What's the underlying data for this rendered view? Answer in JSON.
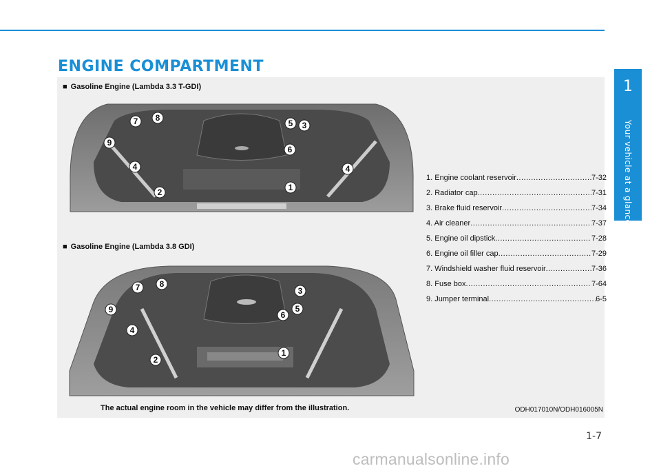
{
  "header": {
    "title": "ENGINE COMPARTMENT",
    "side_tab_number": "1",
    "side_tab_label": "Your vehicle at a glance"
  },
  "sections": [
    {
      "bullet": "■",
      "heading": "Gasoline Engine (Lambda 3.3 T-GDI)",
      "callouts": [
        {
          "n": "1"
        },
        {
          "n": "2"
        },
        {
          "n": "3"
        },
        {
          "n": "4"
        },
        {
          "n": "4"
        },
        {
          "n": "5"
        },
        {
          "n": "6"
        },
        {
          "n": "7"
        },
        {
          "n": "8"
        },
        {
          "n": "9"
        }
      ]
    },
    {
      "bullet": "■",
      "heading": "Gasoline Engine (Lambda 3.8 GDI)",
      "callouts": [
        {
          "n": "1"
        },
        {
          "n": "2"
        },
        {
          "n": "3"
        },
        {
          "n": "4"
        },
        {
          "n": "5"
        },
        {
          "n": "6"
        },
        {
          "n": "7"
        },
        {
          "n": "8"
        },
        {
          "n": "9"
        }
      ]
    }
  ],
  "parts_list": [
    {
      "label": "1. Engine coolant reservoir ",
      "page": "7-32"
    },
    {
      "label": "2. Radiator cap ",
      "page": "7-31"
    },
    {
      "label": "3. Brake fluid reservoir ",
      "page": "7-34"
    },
    {
      "label": "4. Air cleaner",
      "page": "7-37"
    },
    {
      "label": "5. Engine oil dipstick ",
      "page": "7-28"
    },
    {
      "label": "6. Engine oil filler cap ",
      "page": "7-29"
    },
    {
      "label": "7. Windshield washer fluid reservoir ",
      "page": "7-36"
    },
    {
      "label": "8. Fuse box ",
      "page": "7-64"
    },
    {
      "label": "9. Jumper terminal ",
      "page": "6-5"
    }
  ],
  "footnote": "The actual engine room in the vehicle may differ from the illustration.",
  "image_code": "ODH017010N/ODH016005N",
  "page_number": "1-7",
  "watermark": "carmanualsonline.info",
  "colors": {
    "accent": "#1a8fd6",
    "panel": "#efefef",
    "illustration": "#8a8a8a"
  }
}
